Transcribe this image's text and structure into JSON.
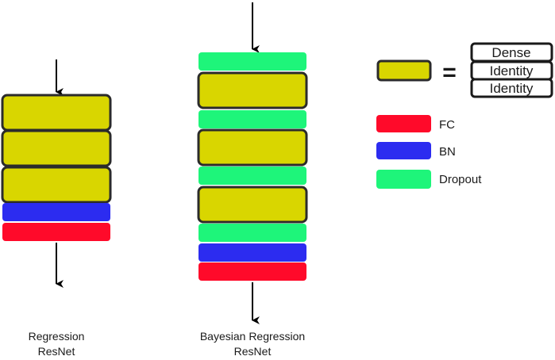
{
  "colors": {
    "residual_block": "#d9d600",
    "block_border": "#2b2b2b",
    "fc": "#ff0a2a",
    "bn": "#2c2cf0",
    "dropout": "#1ef57a",
    "arrow": "#000000"
  },
  "legend": {
    "equals_sign": "=",
    "block_breakdown": [
      "Dense",
      "Identity",
      "Identity"
    ],
    "fc_label": "FC",
    "bn_label": "BN",
    "dropout_label": "Dropout"
  },
  "columns": [
    {
      "name_lines": [
        "Regression",
        "ResNet"
      ],
      "layers": [
        "block",
        "block",
        "block",
        "bn",
        "fc"
      ]
    },
    {
      "name_lines": [
        "Bayesian Regression",
        "ResNet"
      ],
      "layers": [
        "dropout",
        "block",
        "dropout",
        "block",
        "dropout",
        "block",
        "dropout",
        "bn",
        "fc"
      ]
    }
  ]
}
